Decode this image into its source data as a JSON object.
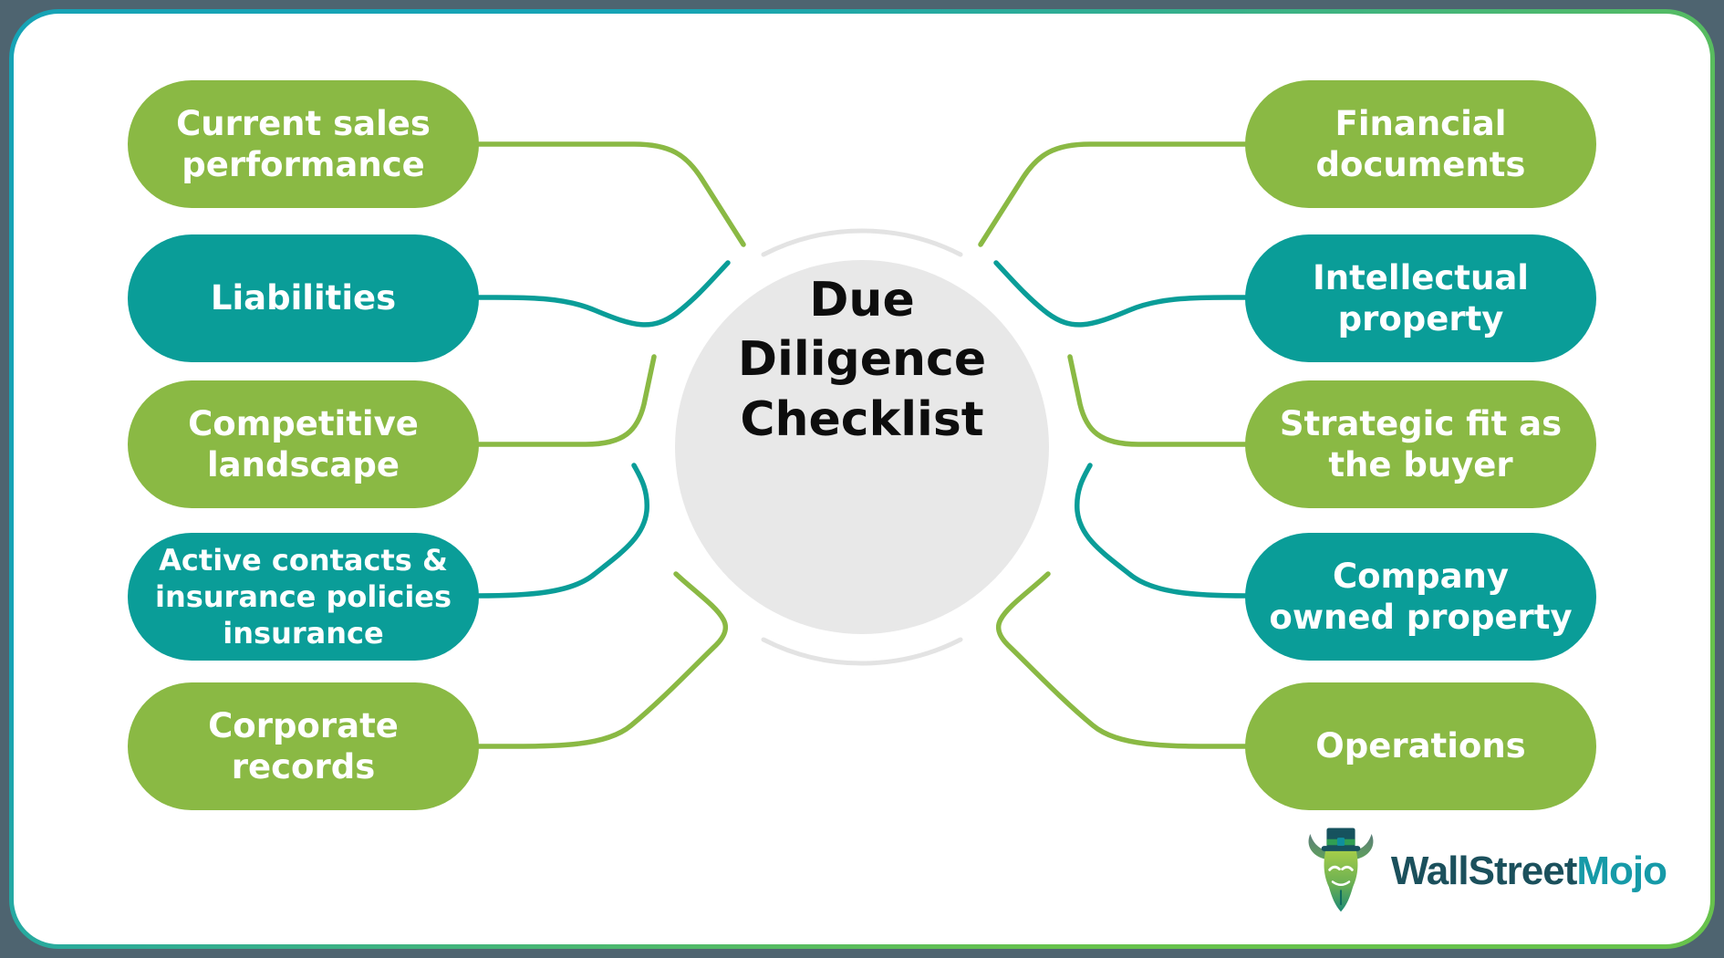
{
  "center": {
    "title": "Due\nDiligence\nChecklist"
  },
  "nodes": {
    "left": [
      {
        "label": "Current sales\nperformance",
        "color": "green"
      },
      {
        "label": "Liabilities",
        "color": "teal"
      },
      {
        "label": "Competitive\nlandscape",
        "color": "green"
      },
      {
        "label": "Active contacts &\ninsurance policies\ninsurance",
        "color": "teal"
      },
      {
        "label": "Corporate\nrecords",
        "color": "green"
      }
    ],
    "right": [
      {
        "label": "Financial\ndocuments",
        "color": "green"
      },
      {
        "label": "Intellectual\nproperty",
        "color": "teal"
      },
      {
        "label": "Strategic fit as\nthe buyer",
        "color": "green"
      },
      {
        "label": "Company\nowned property",
        "color": "teal"
      },
      {
        "label": "Operations",
        "color": "green"
      }
    ]
  },
  "logo": {
    "part1": "WallStreet",
    "part2": "Mojo"
  },
  "colors": {
    "green": "#8ab944",
    "teal": "#0a9d98",
    "circle": "#e8e8e8",
    "ring": "#e3e3e3",
    "title_text": "#0d0d0d",
    "page_bg": "#4e6470",
    "border_teal": "#16a3b5",
    "border_green": "#67c24c",
    "logo_dark": "#1b505c",
    "logo_teal": "#169aa8",
    "pill_text": "#ffffff"
  }
}
